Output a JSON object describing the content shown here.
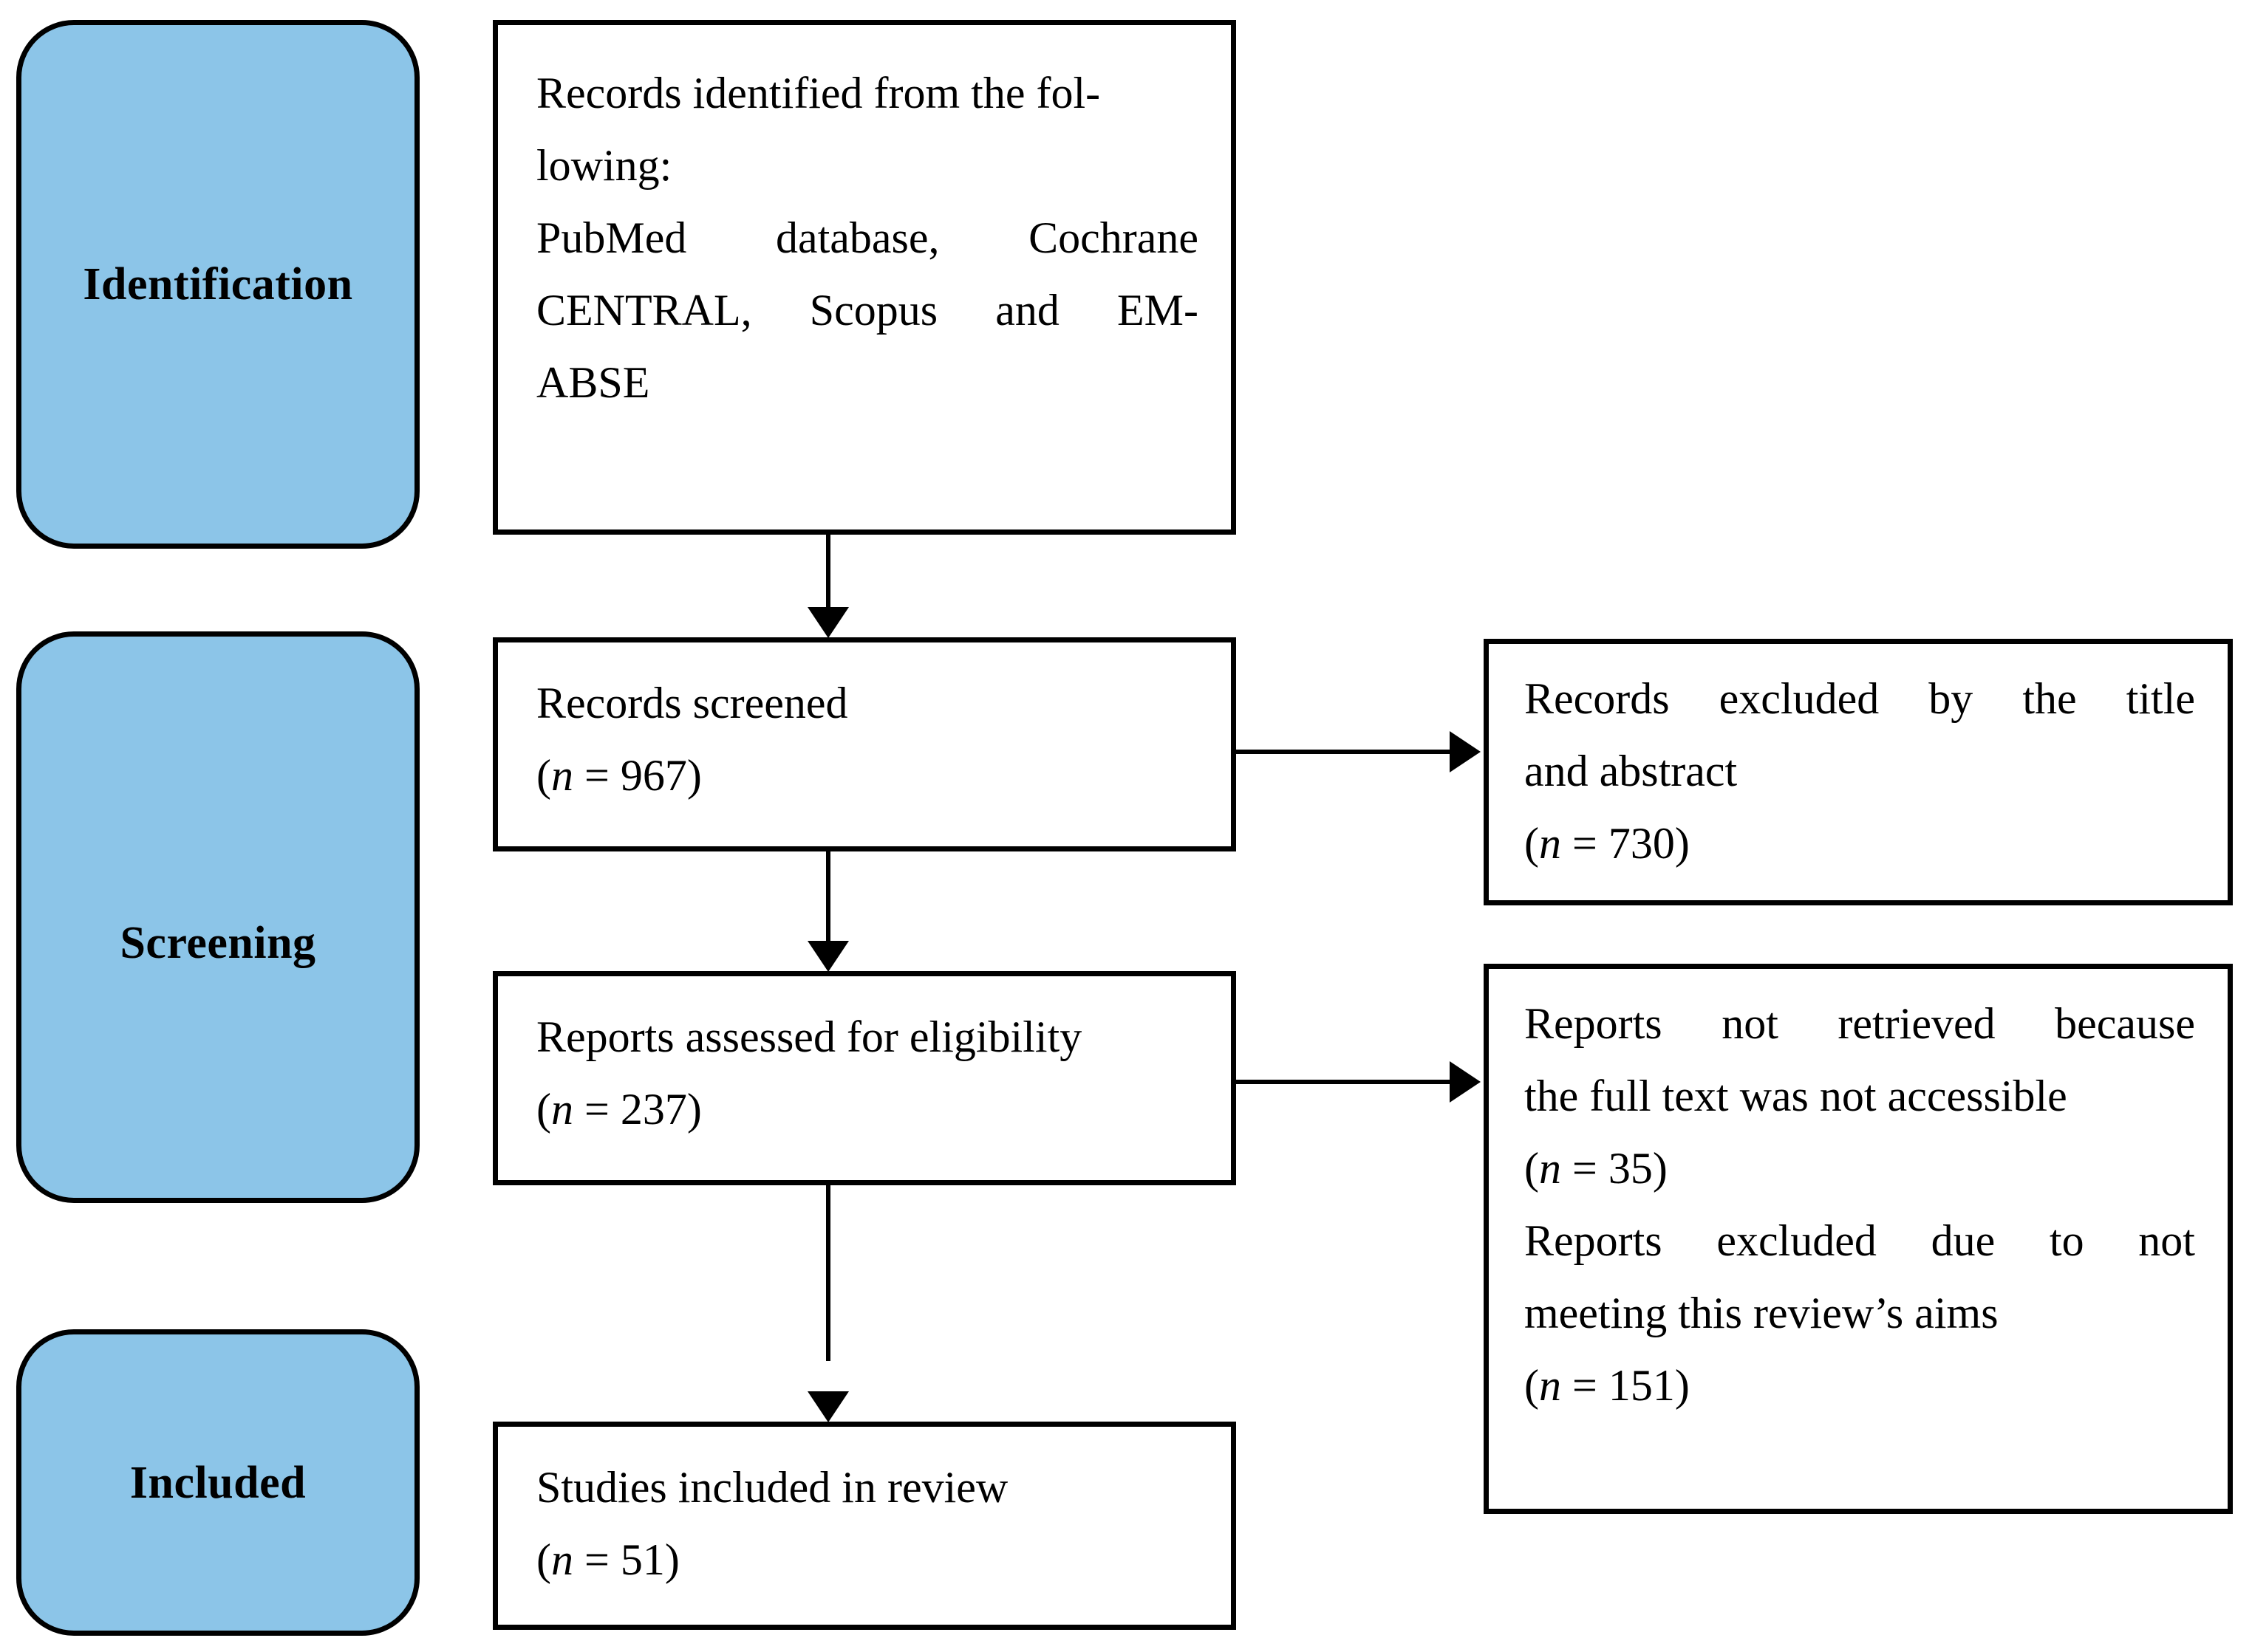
{
  "diagram": {
    "type": "prisma-flow-diagram",
    "accent_color": "#8cc5e8",
    "line_color": "#000000",
    "background": "#ffffff",
    "stages": [
      {
        "id": "identification",
        "label": "Identification"
      },
      {
        "id": "screening",
        "label": "Screening"
      },
      {
        "id": "included",
        "label": "Included"
      }
    ],
    "boxes": {
      "identified": {
        "l1": "Records identified from the fol-",
        "l2": "lowing:",
        "l3a": "PubMed",
        "l3b": "database,",
        "l3c": "Cochrane",
        "l4a": "CENTRAL,",
        "l4b": "Scopus",
        "l4c": "and",
        "l4d": "EM-",
        "l5": "ABSE"
      },
      "screened": {
        "l1": "Records screened",
        "n_open": "(",
        "n_sym": "n",
        "n_val": " = 967)"
      },
      "excluded_title_abstract": {
        "l1a": "Records",
        "l1b": "excluded",
        "l1c": "by",
        "l1d": "the",
        "l1e": "title",
        "l2": "and abstract",
        "n_open": "(",
        "n_sym": "n",
        "n_val": " = 730)"
      },
      "eligibility": {
        "l1": "Reports assessed for eligibility",
        "n_open": "(",
        "n_sym": "n",
        "n_val": " = 237)"
      },
      "not_retrieved": {
        "l1a": "Reports",
        "l1b": "not",
        "l1c": "retrieved",
        "l1d": "because",
        "l2": "the full text was not accessible",
        "n_open": "(",
        "n_sym": "n",
        "n_val": " = 35)",
        "l3a": "Reports",
        "l3b": "excluded",
        "l3c": "due",
        "l3d": "to",
        "l3e": "not",
        "l4": "meeting this review’s aims",
        "n2_open": "(",
        "n2_sym": "n",
        "n2_val": " = 151)"
      },
      "included_studies": {
        "l1": "Studies included in review",
        "n_open": "(",
        "n_sym": "n",
        "n_val": " = 51)"
      }
    },
    "connectors": [
      {
        "id": "identified-to-screened",
        "direction": "down"
      },
      {
        "id": "screened-to-eligibility",
        "direction": "down"
      },
      {
        "id": "eligibility-to-included",
        "direction": "down"
      },
      {
        "id": "screened-to-excluded",
        "direction": "right"
      },
      {
        "id": "eligibility-to-not-retrieved",
        "direction": "right"
      }
    ]
  }
}
